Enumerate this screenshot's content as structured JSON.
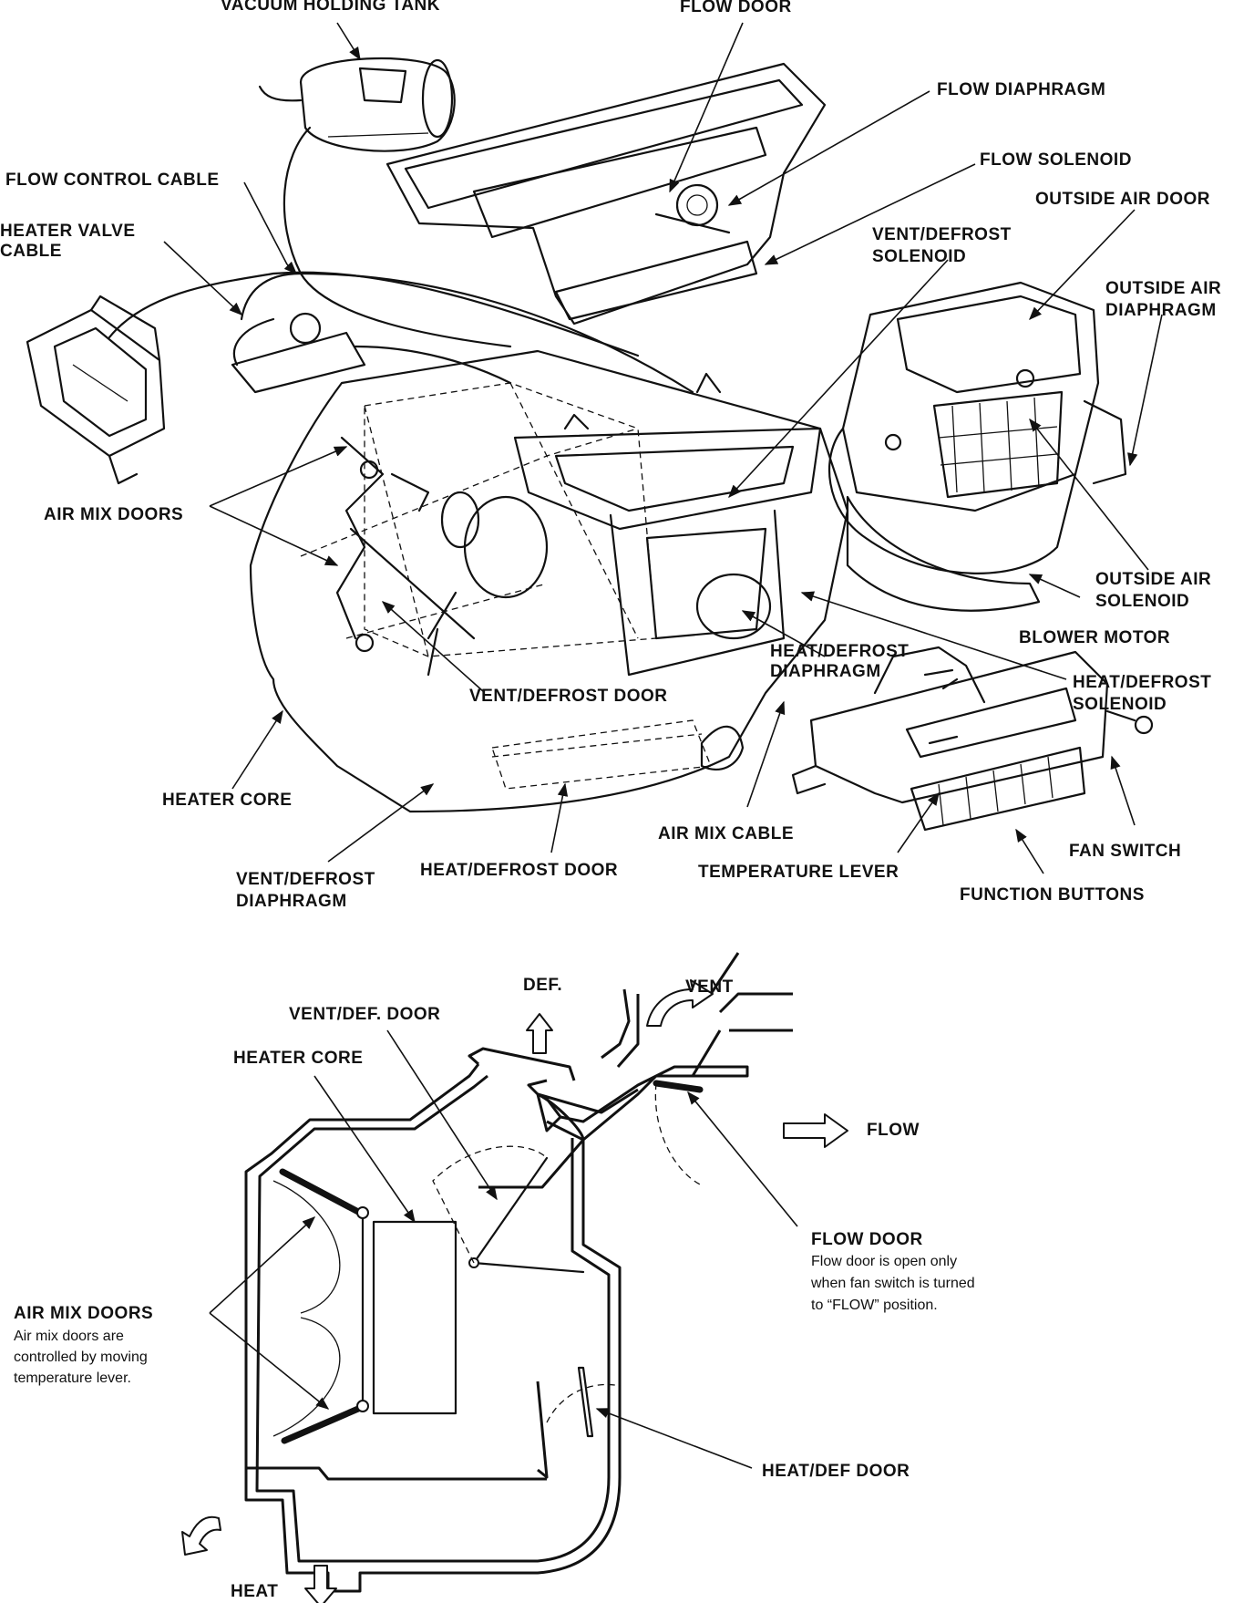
{
  "top_diagram": {
    "labels": {
      "vacuum_holding_tank": "VACUUM HOLDING TANK",
      "flow_door": "FLOW DOOR",
      "flow_diaphragm": "FLOW DIAPHRAGM",
      "flow_solenoid": "FLOW SOLENOID",
      "flow_control_cable": "FLOW CONTROL CABLE",
      "heater_valve_cable_1": "HEATER VALVE",
      "heater_valve_cable_2": "CABLE",
      "outside_air_door": "OUTSIDE AIR DOOR",
      "vent_defrost_solenoid_1": "VENT/DEFROST",
      "vent_defrost_solenoid_2": "SOLENOID",
      "outside_air_diaphragm_1": "OUTSIDE AIR",
      "outside_air_diaphragm_2": "DIAPHRAGM",
      "air_mix_doors": "AIR MIX DOORS",
      "outside_air_solenoid_1": "OUTSIDE AIR",
      "outside_air_solenoid_2": "SOLENOID",
      "blower_motor": "BLOWER MOTOR",
      "heat_defrost_diaphragm_1": "HEAT/DEFROST",
      "heat_defrost_diaphragm_2": "DIAPHRAGM",
      "vent_defrost_door": "VENT/DEFROST DOOR",
      "heat_defrost_solenoid_1": "HEAT/DEFROST",
      "heat_defrost_solenoid_2": "SOLENOID",
      "heater_core": "HEATER CORE",
      "air_mix_cable": "AIR MIX CABLE",
      "fan_switch": "FAN SWITCH",
      "vent_defrost_diaphragm_1": "VENT/DEFROST",
      "vent_defrost_diaphragm_2": "DIAPHRAGM",
      "heat_defrost_door": "HEAT/DEFROST DOOR",
      "temperature_lever": "TEMPERATURE LEVER",
      "function_buttons": "FUNCTION BUTTONS"
    }
  },
  "bottom_diagram": {
    "labels": {
      "def": "DEF.",
      "vent": "VENT",
      "vent_def_door": "VENT/DEF. DOOR",
      "heater_core": "HEATER CORE",
      "flow": "FLOW",
      "flow_door": "FLOW DOOR",
      "air_mix_doors": "AIR MIX DOORS",
      "heat_def_door": "HEAT/DEF  DOOR",
      "heat": "HEAT"
    },
    "notes": {
      "flow_door_1": "Flow door is open only",
      "flow_door_2": "when fan switch is turned",
      "flow_door_3": "to “FLOW” position.",
      "air_mix_1": "Air mix doors are",
      "air_mix_2": "controlled by moving",
      "air_mix_3": "temperature lever."
    }
  }
}
